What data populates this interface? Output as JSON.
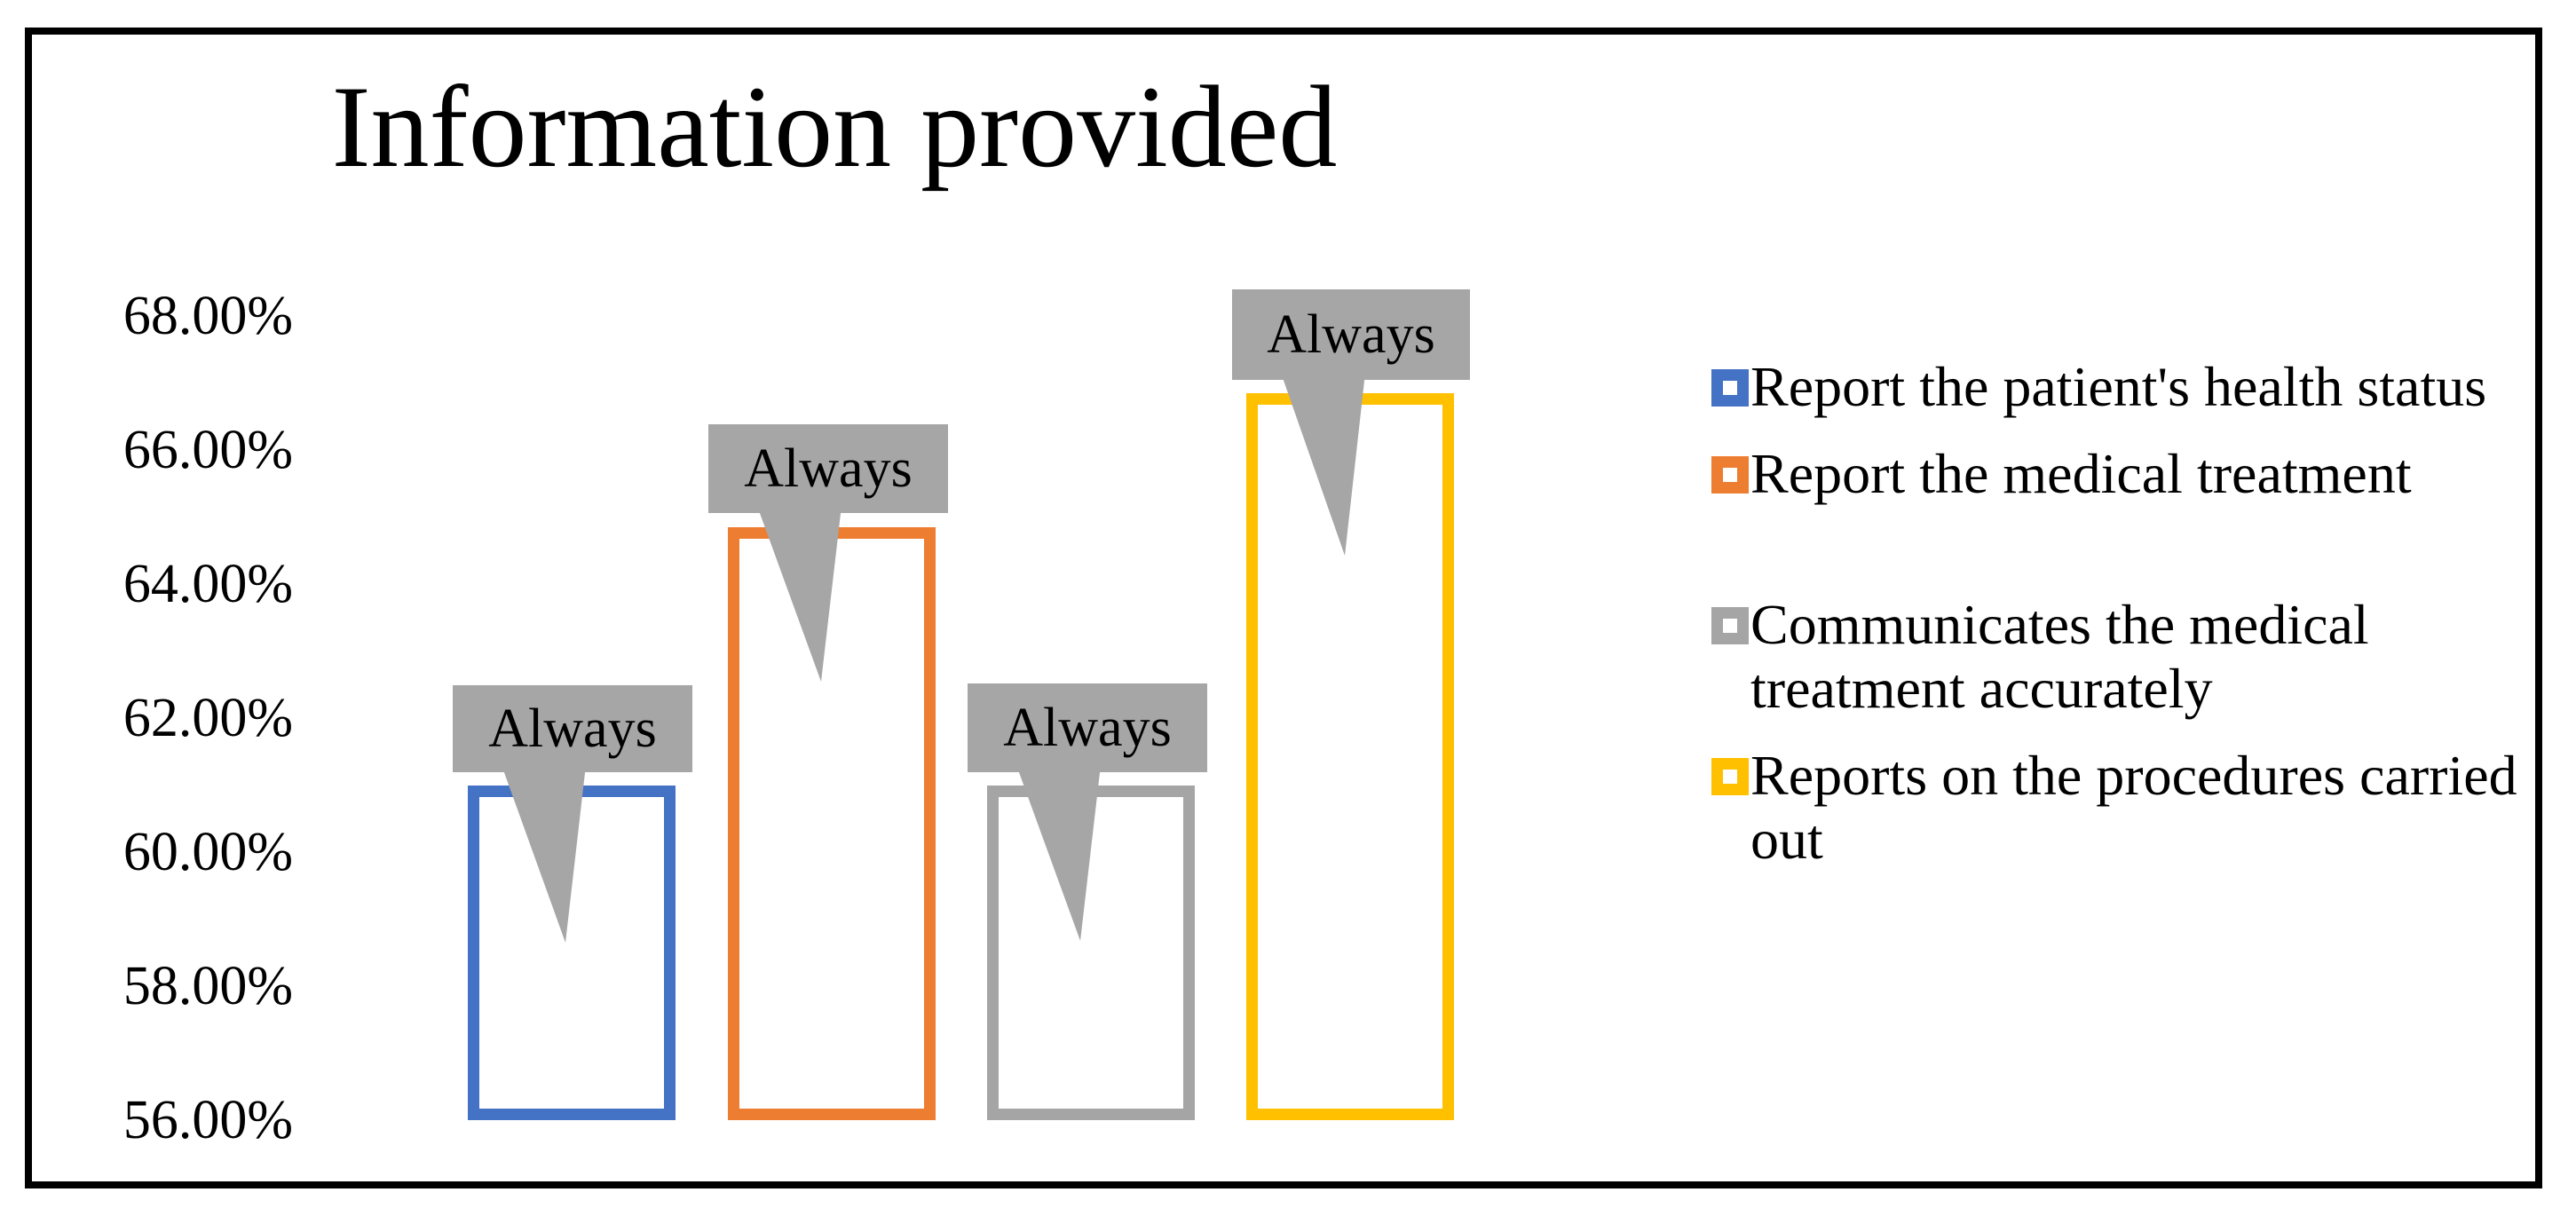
{
  "chart_data": {
    "type": "bar",
    "title": "Information provided",
    "xlabel": "",
    "ylabel": "",
    "ylim": [
      56,
      68
    ],
    "ytick_labels": [
      "68.00%",
      "66.00%",
      "64.00%",
      "62.00%",
      "60.00%",
      "58.00%",
      "56.00%"
    ],
    "ytick_values": [
      68,
      66,
      64,
      62,
      60,
      58,
      56
    ],
    "grid": false,
    "legend_position": "right",
    "categories": [
      "Always"
    ],
    "point_label": "Always",
    "series": [
      {
        "name": "Report the patient's health status",
        "color": "#4472C4",
        "value": 61.0,
        "data_label": "Always"
      },
      {
        "name": "Report the medical treatment",
        "color": "#ED7D31",
        "value": 64.85,
        "data_label": "Always"
      },
      {
        "name": "Communicates the medical treatment accurately",
        "color": "#A5A5A5",
        "value": 61.0,
        "data_label": "Always"
      },
      {
        "name": "Reports on the procedures carried out",
        "color": "#FFC000",
        "value": 66.85,
        "data_label": "Always"
      }
    ]
  },
  "colors": {
    "frame": "#000000",
    "background": "#FFFFFF",
    "callout_fill": "#A6A6A6",
    "text": "#000000"
  }
}
